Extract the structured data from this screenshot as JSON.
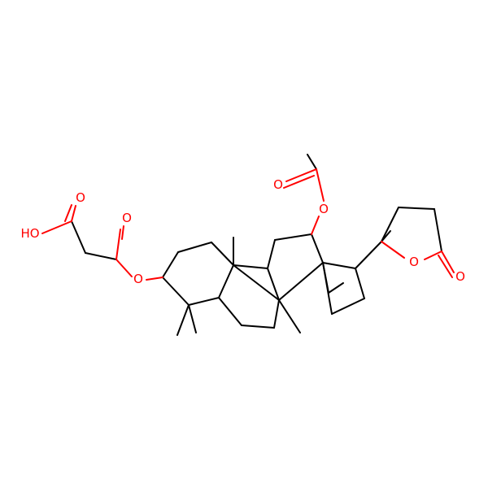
{
  "molecule": {
    "atom_labels": {
      "ho": "HO",
      "o_acid_carbonyl": "O",
      "o_malonate_carbonyl": "O",
      "o_ester_bridge": "O",
      "o_acetyl_carbonyl": "O",
      "o_acetoxy": "O",
      "o_ring_lactone": "O",
      "o_lactone_carbonyl": "O"
    },
    "colors": {
      "bond": "#000000",
      "oxygen": "#ff0000",
      "background": "#ffffff"
    }
  }
}
